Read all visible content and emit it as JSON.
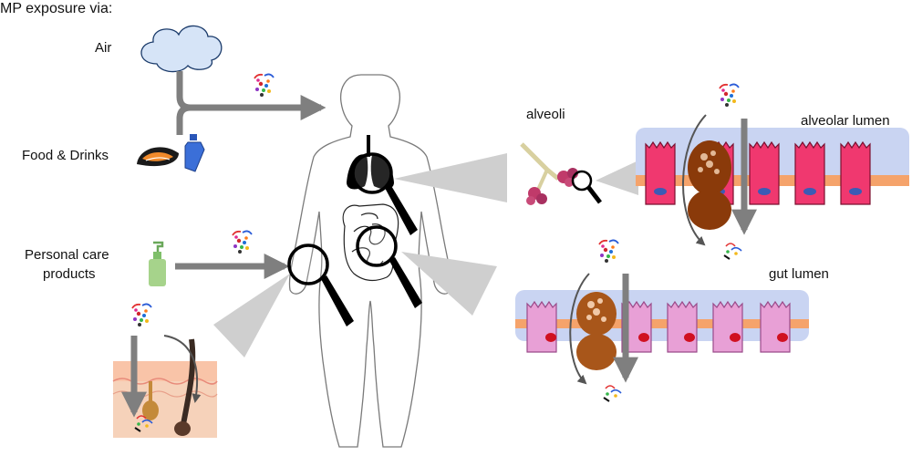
{
  "title": "MP exposure via:",
  "sources": {
    "air": "Air",
    "food": "Food & Drinks",
    "personal_care_line1": "Personal care",
    "personal_care_line2": "products"
  },
  "regions": {
    "alveoli": "alveoli",
    "alveolar_lumen": "alveolar lumen",
    "gut_lumen": "gut lumen"
  },
  "colors": {
    "cloud": "#d6e4f7",
    "arrow": "#7f7f7f",
    "alveolar_cell": "#f0386f",
    "alveolar_nucleus": "#3b5bb5",
    "gut_cell": "#e8a0d6",
    "gut_nucleus": "#d01020",
    "lumen": "#c9d4f2",
    "junction": "#f5a36b",
    "macrophage": "#8a3a0a",
    "skin": "#f6d2ba",
    "bottle": "#3b6fd8",
    "dispenser": "#a6d38b"
  }
}
